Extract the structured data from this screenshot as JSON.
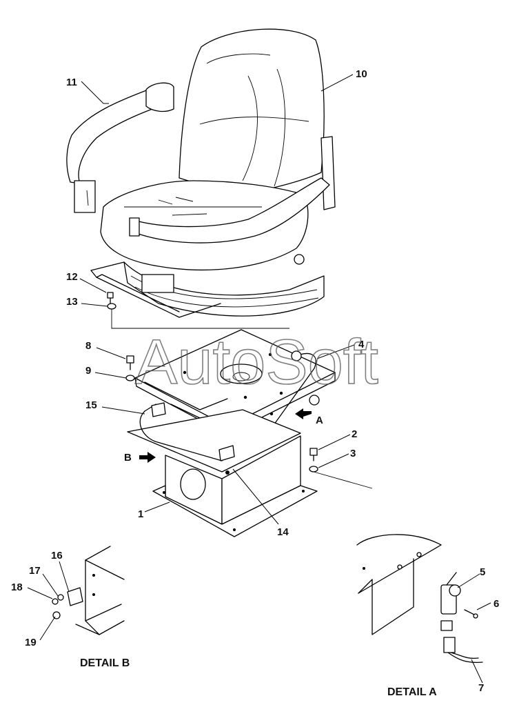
{
  "watermark": "AutoSoft",
  "callouts": [
    "1",
    "2",
    "3",
    "4",
    "5",
    "6",
    "7",
    "8",
    "9",
    "10",
    "11",
    "12",
    "13",
    "14",
    "15",
    "16",
    "17",
    "18",
    "19"
  ],
  "arrow_labels": {
    "a": "A",
    "b": "B"
  },
  "details": {
    "a": "DETAIL A",
    "b": "DETAIL B"
  }
}
